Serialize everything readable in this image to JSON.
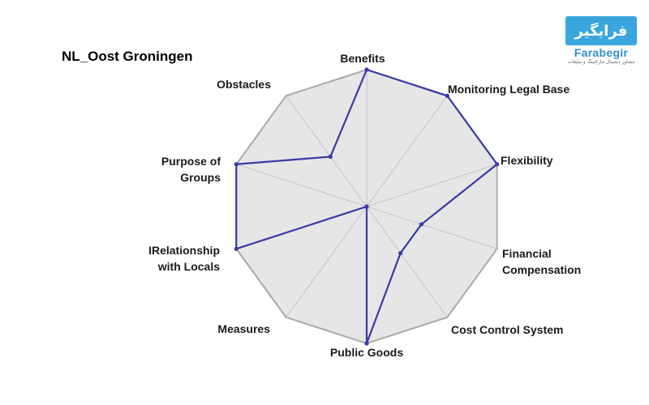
{
  "chart_data": {
    "type": "radar",
    "title": "NL_Oost Groningen",
    "axes": [
      [
        "Benefits"
      ],
      [
        "Monitoring Legal Base"
      ],
      [
        "Flexibility"
      ],
      [
        "Financial",
        "Compensation"
      ],
      [
        "Cost Control System"
      ],
      [
        "Public Goods"
      ],
      [
        "Measures"
      ],
      [
        "IRelationship",
        "with Locals"
      ],
      [
        "Purpose of",
        "Groups"
      ],
      [
        "Obstacles"
      ]
    ],
    "range": [
      0,
      1
    ],
    "values": [
      1.0,
      1.0,
      1.0,
      0.42,
      0.42,
      1.0,
      0.0,
      1.0,
      1.0,
      0.45
    ],
    "grid": true
  },
  "colors": {
    "series": "#3a3aa6",
    "polygon_fill": "#e6e6e6",
    "polygon_stroke": "#a9a9a9",
    "spokes": "#c4c4c4"
  },
  "logo": {
    "text_fa": "فرابگیر",
    "name": "Farabegir",
    "tagline": "مشاور دیجیتال مارکتینگ و تبلیغات"
  }
}
